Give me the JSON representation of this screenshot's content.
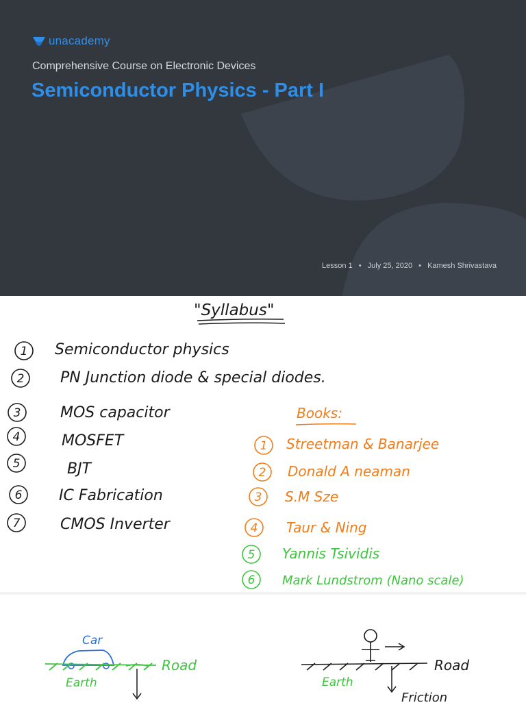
{
  "header": {
    "brand": "unacademy",
    "course": "Comprehensive Course on Electronic Devices",
    "title": "Semiconductor Physics - Part I",
    "lesson": "Lesson 1",
    "date": "July 25, 2020",
    "author": "Kamesh Shrivastava",
    "separator": "•"
  },
  "notes": {
    "heading": "\"Syllabus\"",
    "syllabus": [
      {
        "num": "1",
        "text": "Semiconductor physics"
      },
      {
        "num": "2",
        "text": "PN Junction diode & special diodes."
      },
      {
        "num": "3",
        "text": "MOS capacitor"
      },
      {
        "num": "4",
        "text": "MOSFET"
      },
      {
        "num": "5",
        "text": "BJT"
      },
      {
        "num": "6",
        "text": "IC Fabrication"
      },
      {
        "num": "7",
        "text": "CMOS Inverter"
      }
    ],
    "books_heading": "Books:",
    "books": [
      {
        "num": "1",
        "text": "Streetman & Banarjee"
      },
      {
        "num": "2",
        "text": "Donald A  neaman"
      },
      {
        "num": "3",
        "text": "S.M  Sze"
      },
      {
        "num": "4",
        "text": "Taur & Ning"
      },
      {
        "num": "5",
        "text": "Yannis Tsividis"
      },
      {
        "num": "6",
        "text": "Mark Lundstrom (Nano scale)"
      }
    ]
  },
  "sketch": {
    "car_label": "Car",
    "road_label_left": "Road",
    "earth_label_left": "Earth",
    "road_label_right": "Road",
    "earth_label_right": "Earth",
    "friction_label": "Friction"
  },
  "colors": {
    "slide_bg": "#33383f",
    "brand_blue": "#2f8ee8",
    "ink_black": "#1a1a1a",
    "ink_orange": "#f07d1a",
    "ink_green": "#3ec43e",
    "ink_blue": "#2a6fe0"
  }
}
